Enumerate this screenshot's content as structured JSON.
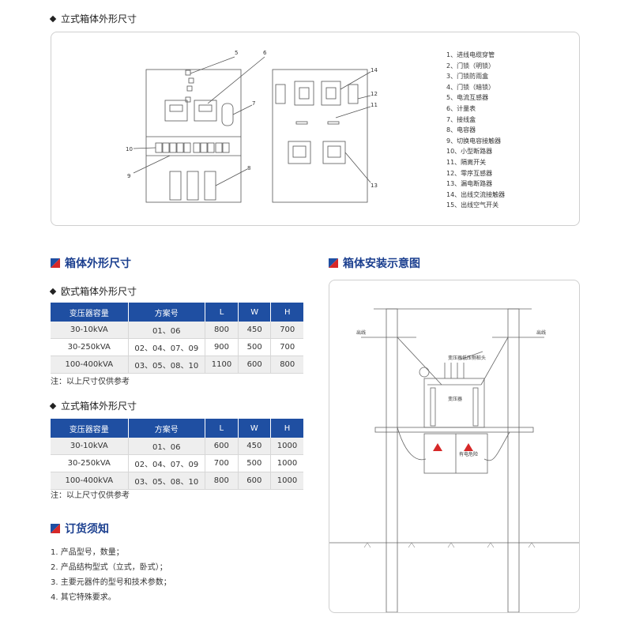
{
  "top_section": {
    "title": "立式箱体外形尺寸",
    "callouts": [
      "5",
      "6",
      "7",
      "10",
      "9",
      "8",
      "14",
      "12",
      "11",
      "13"
    ],
    "legend": [
      "1、进线电缆穿管",
      "2、门锁（明锁）",
      "3、门锁防雨盒",
      "4、门锁（暗锁）",
      "5、电流互感器",
      "6、计量表",
      "7、接线盒",
      "8、电容器",
      "9、切换电容接触器",
      "10、小型断路器",
      "11、隔离开关",
      "12、零序互感器",
      "13、漏电断路器",
      "14、出线交流接触器",
      "15、出线空气开关"
    ]
  },
  "dimensions_section": {
    "title": "箱体外形尺寸",
    "european": {
      "subtitle": "欧式箱体外形尺寸",
      "headers": [
        "变压器容量",
        "方案号",
        "L",
        "W",
        "H"
      ],
      "rows": [
        [
          "30-10kVA",
          "01、06",
          "800",
          "450",
          "700"
        ],
        [
          "30-250kVA",
          "02、04、07、09",
          "900",
          "500",
          "700"
        ],
        [
          "100-400kVA",
          "03、05、08、10",
          "1100",
          "600",
          "800"
        ]
      ],
      "note": "注：以上尺寸仅供参考"
    },
    "vertical": {
      "subtitle": "立式箱体外形尺寸",
      "headers": [
        "变压器容量",
        "方案号",
        "L",
        "W",
        "H"
      ],
      "rows": [
        [
          "30-10kVA",
          "01、06",
          "600",
          "450",
          "1000"
        ],
        [
          "30-250kVA",
          "02、04、07、09",
          "700",
          "500",
          "1000"
        ],
        [
          "100-400kVA",
          "03、05、08、10",
          "800",
          "600",
          "1000"
        ]
      ],
      "note": "注：以上尺寸仅供参考"
    }
  },
  "order_section": {
    "title": "订货须知",
    "items": [
      "1. 产品型号，数量；",
      "2. 产品结构型式（立式，卧式）；",
      "3. 主要元器件的型号和技术参数；",
      "4. 其它特殊要求。"
    ]
  },
  "install_section": {
    "title": "箱体安装示意图",
    "outline_left": "出线",
    "outline_right": "出线",
    "transformer_top": "变压器低压侧桩头",
    "transformer_label": "变压器",
    "box_label": "有电危险"
  },
  "colors": {
    "accent_blue": "#1f4fa2",
    "heading_blue": "#1b3f8f",
    "flag_red": "#d62828"
  }
}
